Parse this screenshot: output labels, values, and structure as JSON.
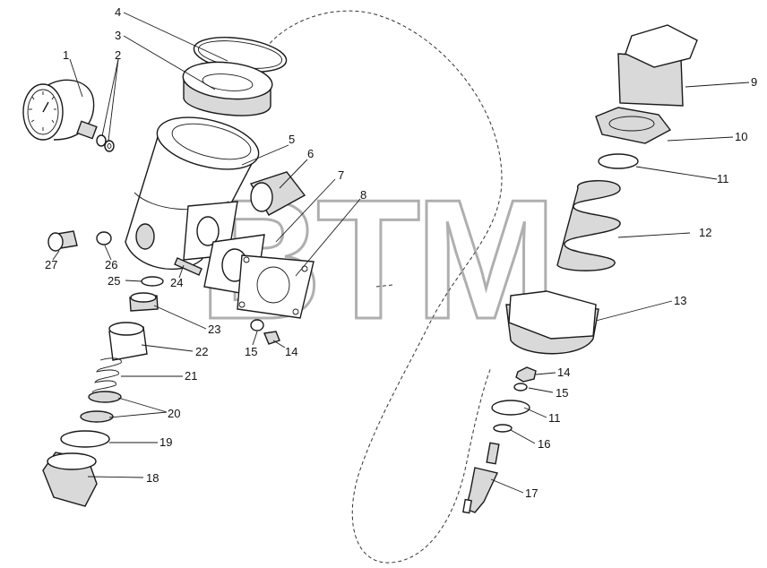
{
  "watermark": {
    "text": "BTM",
    "mark": "®"
  },
  "callouts": [
    {
      "id": "c1",
      "label": "1"
    },
    {
      "id": "c2",
      "label": "2"
    },
    {
      "id": "c3",
      "label": "3"
    },
    {
      "id": "c4",
      "label": "4"
    },
    {
      "id": "c5",
      "label": "5"
    },
    {
      "id": "c6",
      "label": "6"
    },
    {
      "id": "c7",
      "label": "7"
    },
    {
      "id": "c8",
      "label": "8"
    },
    {
      "id": "c9",
      "label": "9"
    },
    {
      "id": "c10",
      "label": "10"
    },
    {
      "id": "c11a",
      "label": "11"
    },
    {
      "id": "c12",
      "label": "12"
    },
    {
      "id": "c13",
      "label": "13"
    },
    {
      "id": "c14a",
      "label": "14"
    },
    {
      "id": "c15a",
      "label": "15"
    },
    {
      "id": "c14b",
      "label": "14"
    },
    {
      "id": "c15b",
      "label": "15"
    },
    {
      "id": "c11b",
      "label": "11"
    },
    {
      "id": "c16",
      "label": "16"
    },
    {
      "id": "c17",
      "label": "17"
    },
    {
      "id": "c18",
      "label": "18"
    },
    {
      "id": "c19",
      "label": "19"
    },
    {
      "id": "c20",
      "label": "20"
    },
    {
      "id": "c21",
      "label": "21"
    },
    {
      "id": "c22",
      "label": "22"
    },
    {
      "id": "c23",
      "label": "23"
    },
    {
      "id": "c24",
      "label": "24"
    },
    {
      "id": "c25",
      "label": "25"
    },
    {
      "id": "c26",
      "label": "26"
    },
    {
      "id": "c27",
      "label": "27"
    }
  ]
}
